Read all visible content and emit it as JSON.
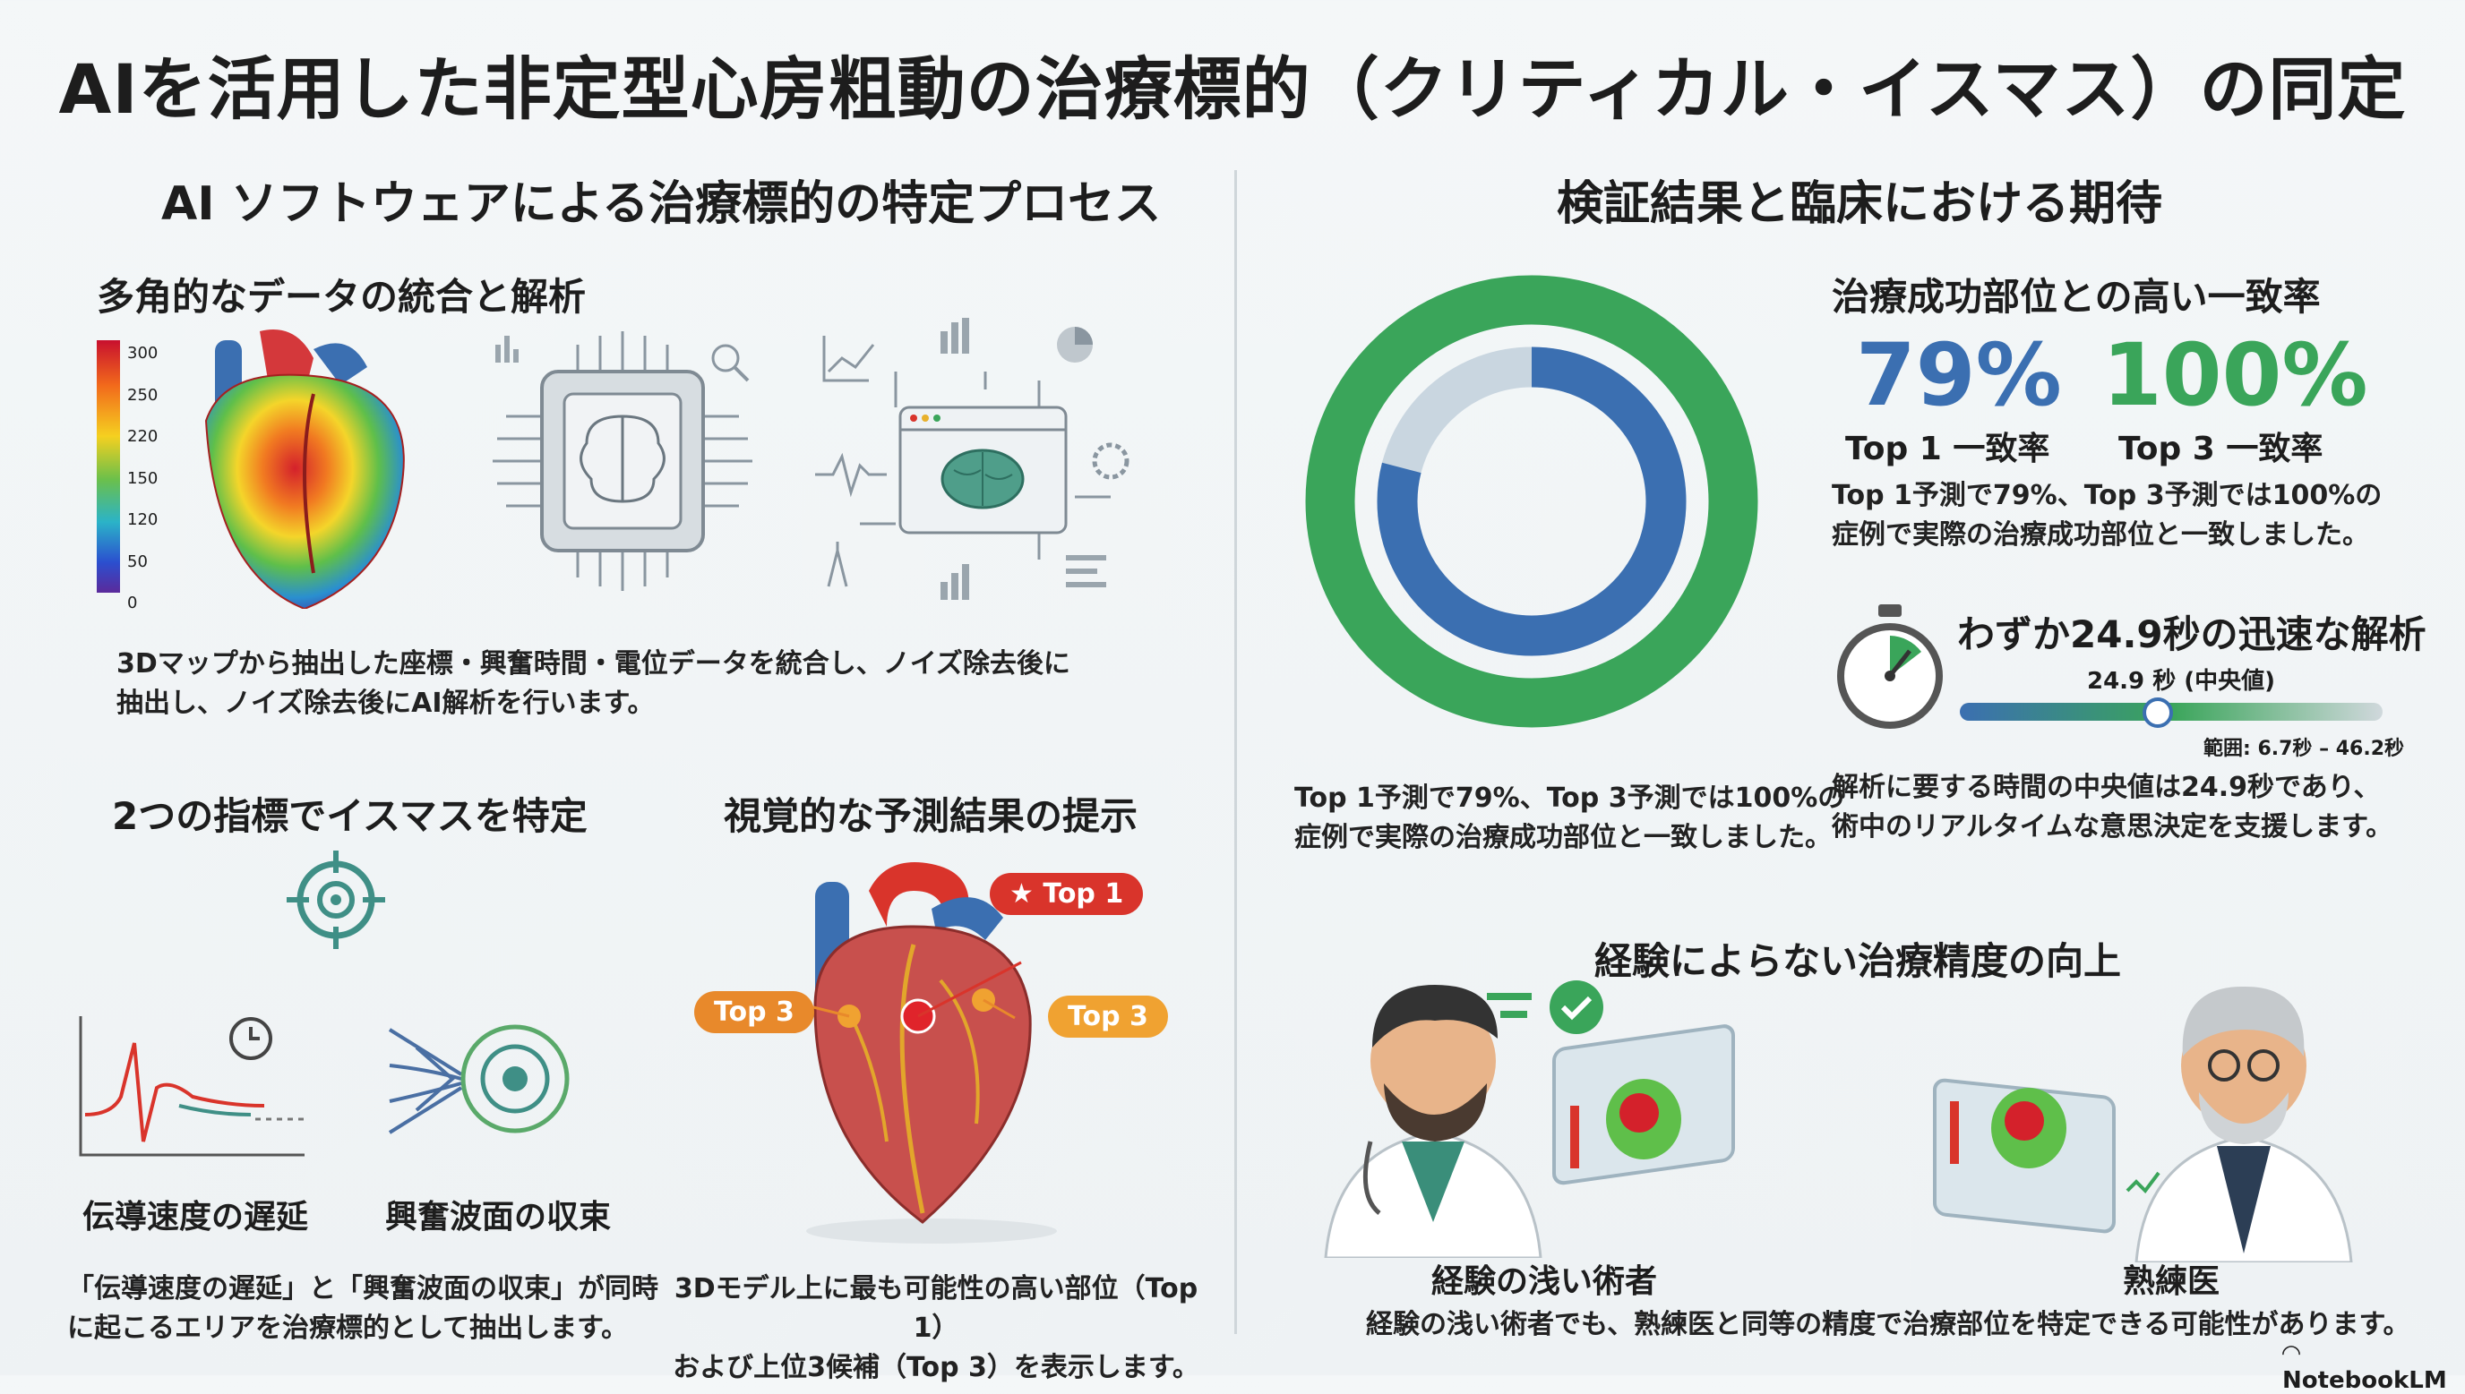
{
  "title": "AIを活用した非定型心房粗動の治療標的（クリティカル・イスマス）の同定",
  "left": {
    "heading": "AI ソフトウェアによる治療標的の特定プロセス",
    "integration": {
      "heading": "多角的なデータの統合と解析",
      "scale_ticks": [
        "300",
        "250",
        "220",
        "150",
        "120",
        "50",
        "0"
      ],
      "text_line1": "3Dマップから抽出した座標・興奮時間・電位データを統合し、ノイズ除去後に",
      "text_line2": "抽出し、ノイズ除去後にAI解析を行います。"
    },
    "indicators": {
      "heading": "2つの指標でイスマスを特定",
      "label1": "伝導速度の遅延",
      "label2": "興奮波面の収束",
      "text_line1": "「伝導速度の遅延」と「興奮波面の収束」が同時",
      "text_line2": "に起こるエリアを治療標的として抽出します。"
    },
    "prediction": {
      "heading": "視覚的な予測結果の提示",
      "tag_top1": "Top 1",
      "tag_top3_left": "Top 3",
      "tag_top3_right": "Top 3",
      "text_line1": "3Dモデル上に最も可能性の高い部位（Top 1）",
      "text_line2": "および上位3候補（Top 3）を表示します。"
    }
  },
  "right": {
    "heading": "検証結果と臨床における期待",
    "concordance": {
      "heading": "治療成功部位との高い一致率",
      "top1_value": "79%",
      "top1_label": "Top 1 一致率",
      "top3_value": "100%",
      "top3_label": "Top 3 一致率",
      "text_line1": "Top 1予測で79%、Top 3予測では100%の",
      "text_line2": "症例で実際の治療成功部位と一致しました。",
      "top1_rate": 79,
      "top3_rate": 100
    },
    "donut_caption_line1": "Top 1予測で79%、Top 3予測では100%の",
    "donut_caption_line2": "症例で実際の治療成功部位と一致しました。",
    "speed": {
      "heading": "わずか24.9秒の迅速な解析",
      "median_label": "24.9 秒 (中央値)",
      "range_label": "範囲: 6.7秒 – 46.2秒",
      "median": 24.9,
      "min": 6.7,
      "max": 46.2,
      "text_line1": "解析に要する時間の中央値は24.9秒であり、",
      "text_line2": "術中のリアルタイムな意思決定を支援します。"
    },
    "precision": {
      "heading": "経験によらない治療精度の向上",
      "label_novice": "経験の浅い術者",
      "label_expert": "熟練医",
      "text": "経験の浅い術者でも、熟練医と同等の精度で治療部位を特定できる可能性があります。"
    }
  },
  "footer": {
    "brand": "NotebookLM"
  },
  "colors": {
    "blue": "#3b6fb1",
    "green": "#3aa55a",
    "red": "#d9342b",
    "orange": "#e8892b",
    "teal": "#3f8f86"
  }
}
